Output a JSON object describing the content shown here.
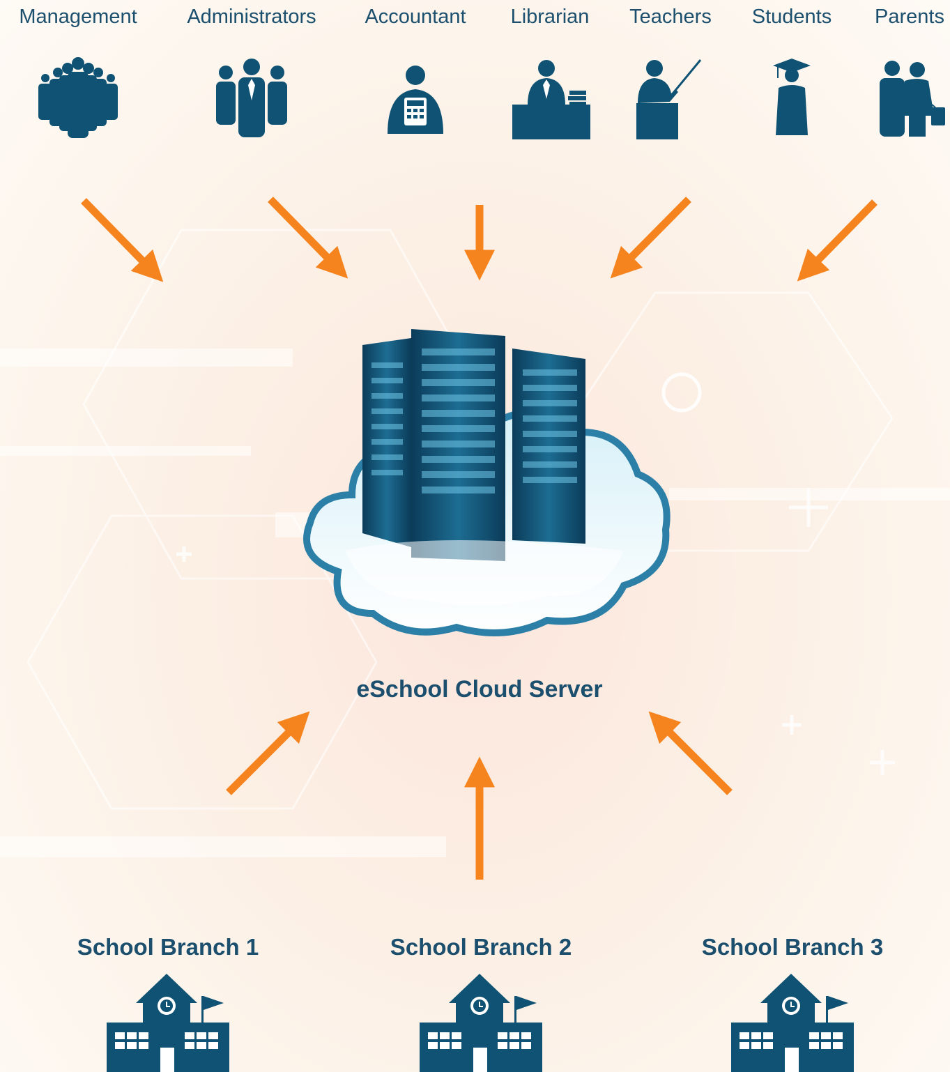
{
  "roles": [
    {
      "label": "Management",
      "icon": "group-people-icon"
    },
    {
      "label": "Administrators",
      "icon": "administrators-icon"
    },
    {
      "label": "Accountant",
      "icon": "accountant-icon"
    },
    {
      "label": "Librarian",
      "icon": "librarian-icon"
    },
    {
      "label": "Teachers",
      "icon": "teacher-icon"
    },
    {
      "label": "Students",
      "icon": "graduate-student-icon"
    },
    {
      "label": "Parents",
      "icon": "parents-icon"
    }
  ],
  "server": {
    "label": "eSchool Cloud Server",
    "icon": "cloud-server-icon"
  },
  "branches": [
    {
      "label": "School Branch 1",
      "icon": "school-building-icon"
    },
    {
      "label": "School Branch 2",
      "icon": "school-building-icon"
    },
    {
      "label": "School Branch 3",
      "icon": "school-building-icon"
    }
  ],
  "colors": {
    "primary": "#1b4f6d",
    "arrow": "#f5841f",
    "icon": "#0f5273"
  }
}
